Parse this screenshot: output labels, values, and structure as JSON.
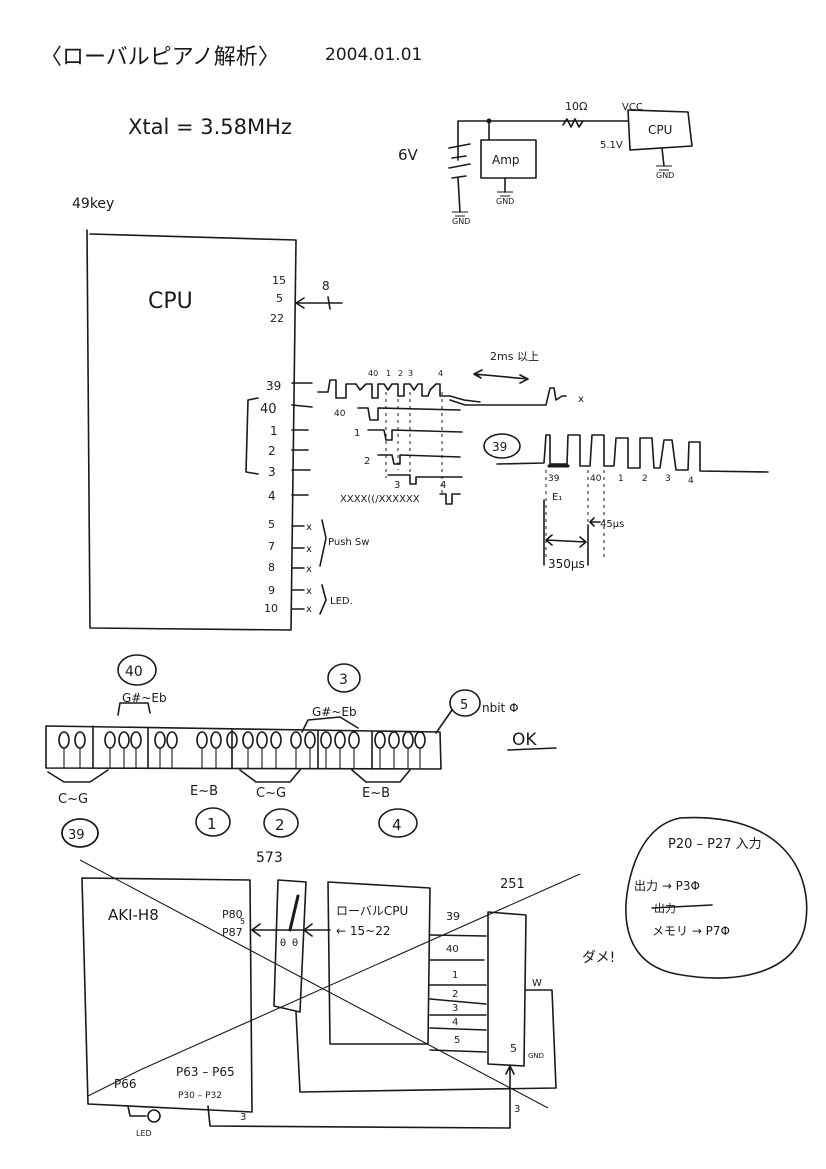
{
  "header": {
    "title": "〈ローバルピアノ解析〉",
    "date": "2004.01.01",
    "xtal": "Xtal = 3.58MHz"
  },
  "power_circuit": {
    "battery": "6V",
    "amp": "Amp",
    "resistor": "10Ω",
    "vcc": "VCC",
    "voltage": "5.1V",
    "cpu": "CPU",
    "gnd": "GND"
  },
  "cpu_block": {
    "key_count": "49key",
    "label": "CPU",
    "bus_pins": [
      "15",
      "5",
      "22"
    ],
    "bus_width": "8",
    "pins": [
      "39",
      "40",
      "1",
      "2",
      "3",
      "4",
      "5",
      "7",
      "8",
      "9",
      "10"
    ],
    "push_sw": "Push Sw",
    "led": "LED."
  },
  "timing_small": {
    "top_labels": [
      "40",
      "1",
      "2",
      "3",
      "4"
    ],
    "rows": [
      "40",
      "1",
      "2",
      "3",
      "4"
    ],
    "bottom_label": "4",
    "interval": "2ms 以上"
  },
  "timing_large": {
    "signal": "39",
    "slot_labels": [
      "39",
      "40",
      "1",
      "2",
      "3",
      "4"
    ],
    "note": "E₁",
    "pulse_width": "45µs",
    "period": "350µs"
  },
  "keyboard": {
    "groups_top": [
      {
        "circle": "40",
        "range": "G#~Eb"
      },
      {
        "circle": "3",
        "range": "G#~Eb"
      },
      {
        "circle": "5",
        "range": "nbit Φ"
      }
    ],
    "groups_bottom": [
      {
        "range": "C~G",
        "circle": "39"
      },
      {
        "range": "E~B",
        "circle": "1"
      },
      {
        "range": "C~G",
        "circle": "2"
      },
      {
        "range": "E~B",
        "circle": "4"
      }
    ],
    "status": "OK"
  },
  "board_diagram": {
    "circle": "39",
    "board": "AKI-H8",
    "port_top": [
      "P80",
      "5",
      "P87"
    ],
    "latch": "573",
    "latch_labels": [
      "θ",
      "θ"
    ],
    "cpu": "ローバルCPU",
    "cpu_pins": "← 15~22",
    "decoder": "251",
    "lines": [
      "39",
      "40",
      "1",
      "2",
      "3",
      "4",
      "5"
    ],
    "w": "W",
    "decoder_pin": "5",
    "decoder_gnd": "GND",
    "ports_bottom": "P63 – P65",
    "p66": "P66",
    "p30_p32": "P30 – P32",
    "led": "LED",
    "bus3a": "3",
    "bus3b": "3"
  },
  "note_bubble": {
    "line1": "P20 – P27 入力",
    "line2": "出力 → P3Φ",
    "line3": "出力",
    "line4": "メモリ → P7Φ",
    "verdict": "ダメ!"
  }
}
